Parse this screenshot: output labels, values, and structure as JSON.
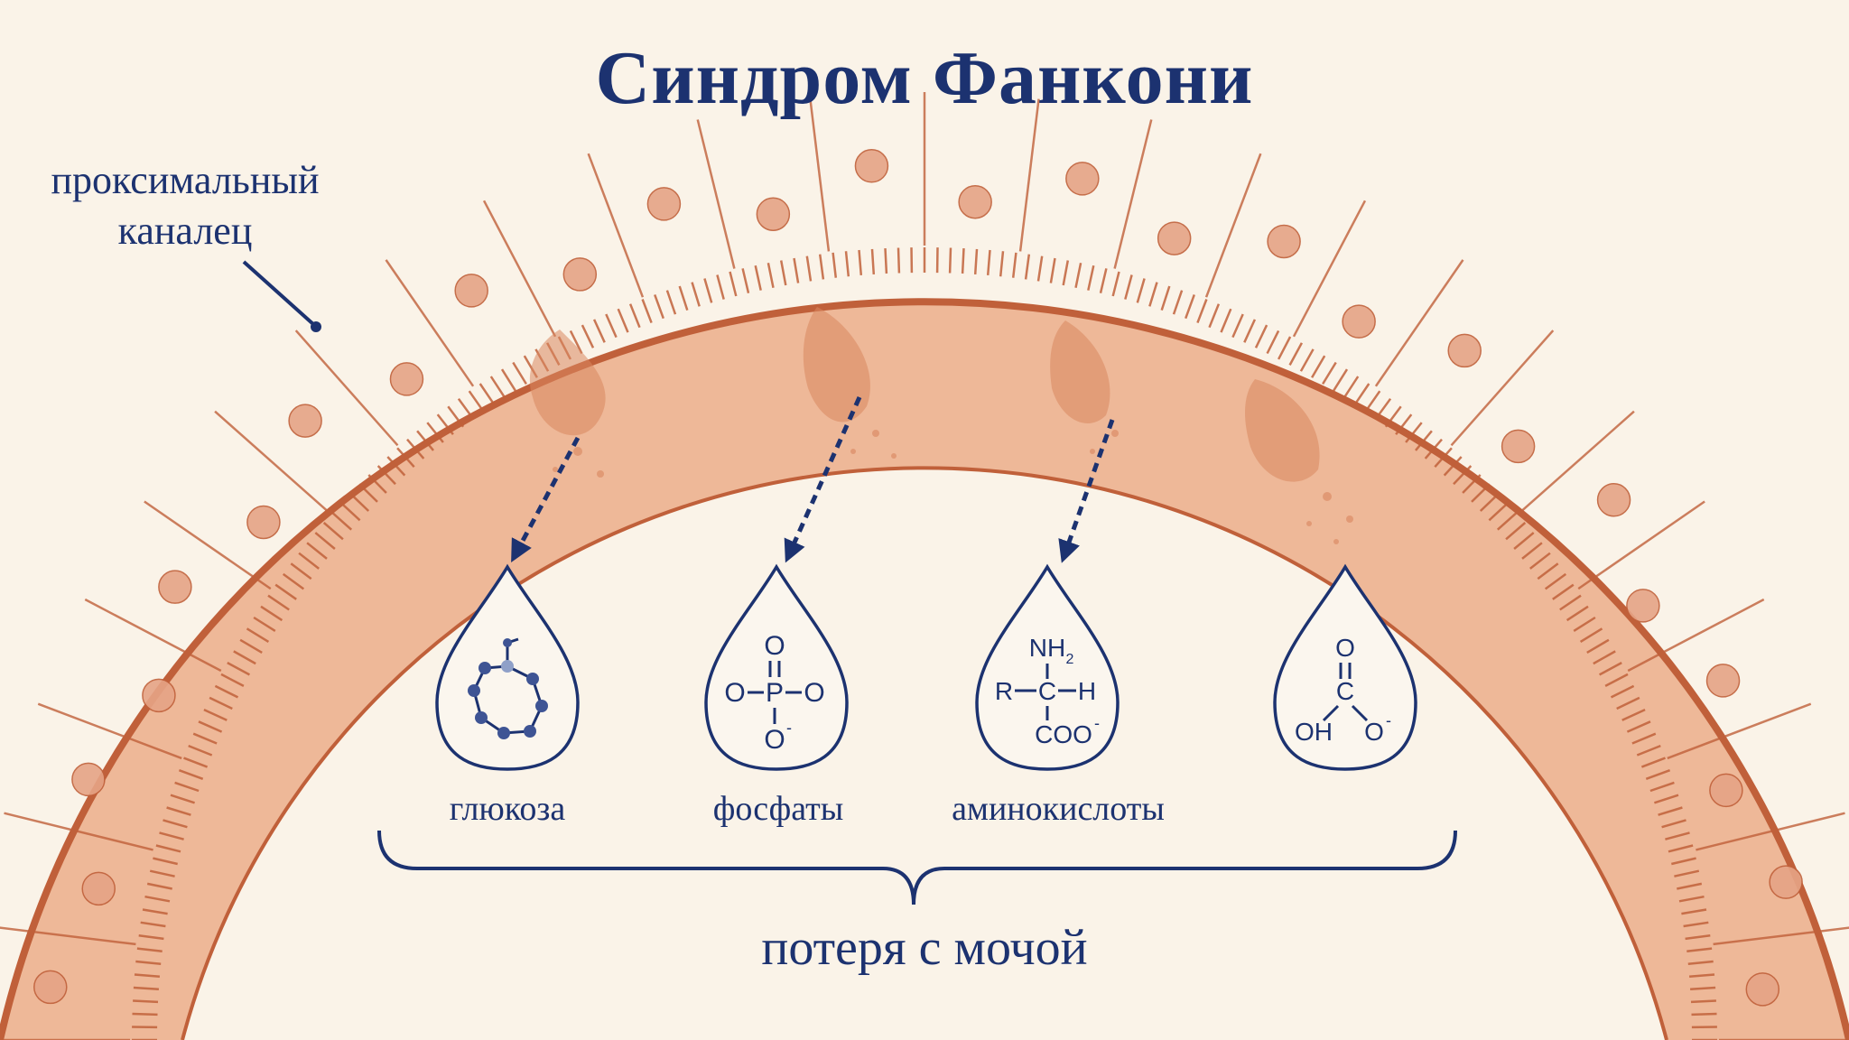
{
  "title": "Синдром Фанкони",
  "tubule_label_line1": "проксимальный",
  "tubule_label_line2": "каналец",
  "substances": [
    {
      "name": "glucose",
      "label": "глюкоза",
      "icon": "glucose-ring-icon"
    },
    {
      "name": "phosphate",
      "label": "фосфаты",
      "icon": "phosphate-icon",
      "formula": {
        "o": "O",
        "p": "P",
        "o_minus": "O",
        "minus": "-"
      }
    },
    {
      "name": "amino-acid",
      "label": "аминокислоты",
      "icon": "amino-acid-icon",
      "formula": {
        "nh": "NH",
        "sub2": "2",
        "r": "R",
        "c": "C",
        "h": "H",
        "coo": "COO",
        "minus": "-"
      }
    },
    {
      "name": "carboxylate",
      "label": "",
      "icon": "carboxylate-icon",
      "formula": {
        "o": "O",
        "c": "C",
        "oh": "OH",
        "o_minus": "O",
        "minus": "-"
      }
    }
  ],
  "caption": "потеря с мочой",
  "colors": {
    "navy": "#1c3270",
    "cell_fill": "#eeb898",
    "cell_border": "#c0603a",
    "nucleus": "#e6a486",
    "background": "#faf3e8"
  }
}
